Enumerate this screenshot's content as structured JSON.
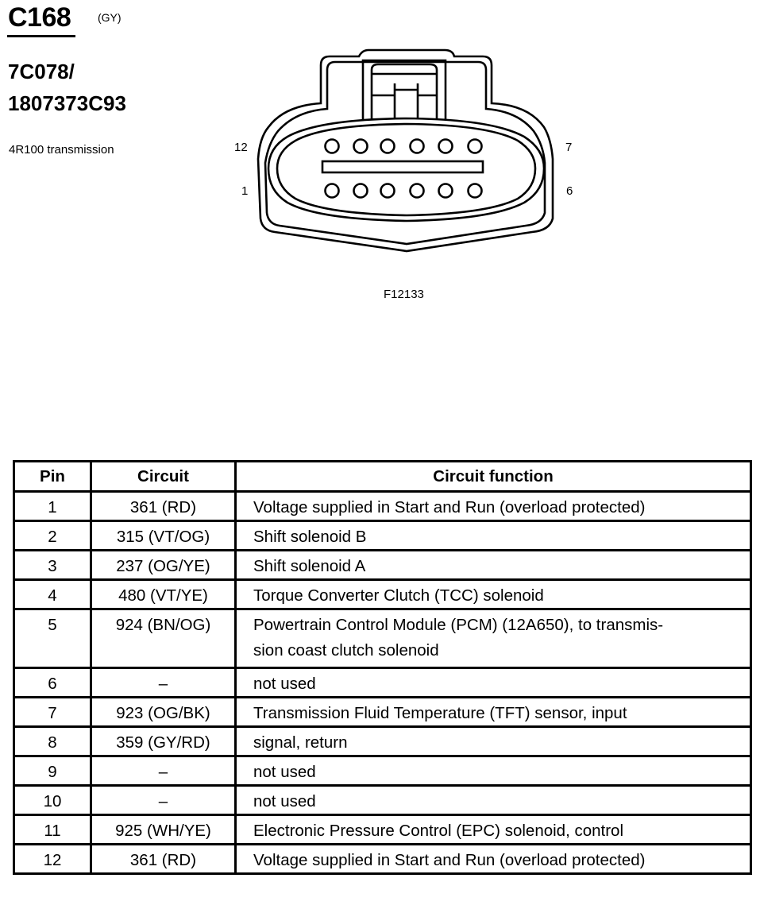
{
  "header": {
    "connector_id": "C168",
    "connector_color": "(GY)",
    "part_number_line1": "7C078/",
    "part_number_line2": "1807373C93",
    "description": "4R100 transmission"
  },
  "diagram": {
    "pin_labels": {
      "top_left": "12",
      "top_right": "7",
      "bottom_left": "1",
      "bottom_right": "6"
    },
    "figure_id": "F12133",
    "pin_rows": 2,
    "pins_per_row": 6
  },
  "table": {
    "headers": {
      "pin": "Pin",
      "circuit": "Circuit",
      "function": "Circuit function"
    },
    "rows": [
      {
        "pin": "1",
        "circuit": "361 (RD)",
        "function": "Voltage supplied in Start and Run (overload protected)"
      },
      {
        "pin": "2",
        "circuit": "315 (VT/OG)",
        "function": "Shift solenoid B"
      },
      {
        "pin": "3",
        "circuit": "237 (OG/YE)",
        "function": "Shift solenoid A"
      },
      {
        "pin": "4",
        "circuit": "480 (VT/YE)",
        "function": "Torque Converter Clutch (TCC) solenoid"
      },
      {
        "pin": "5",
        "circuit": "924 (BN/OG)",
        "function": "Powertrain Control Module (PCM) (12A650), to transmis-",
        "function_line2": "sion coast clutch solenoid"
      },
      {
        "pin": "6",
        "circuit": "–",
        "function": "not used"
      },
      {
        "pin": "7",
        "circuit": "923 (OG/BK)",
        "function": "Transmission Fluid Temperature (TFT) sensor, input"
      },
      {
        "pin": "8",
        "circuit": "359 (GY/RD)",
        "function": "signal, return"
      },
      {
        "pin": "9",
        "circuit": "–",
        "function": "not used"
      },
      {
        "pin": "10",
        "circuit": "–",
        "function": "not used"
      },
      {
        "pin": "11",
        "circuit": "925 (WH/YE)",
        "function": "Electronic Pressure Control (EPC) solenoid, control"
      },
      {
        "pin": "12",
        "circuit": "361 (RD)",
        "function": "Voltage supplied in Start and Run (overload protected)"
      }
    ]
  }
}
